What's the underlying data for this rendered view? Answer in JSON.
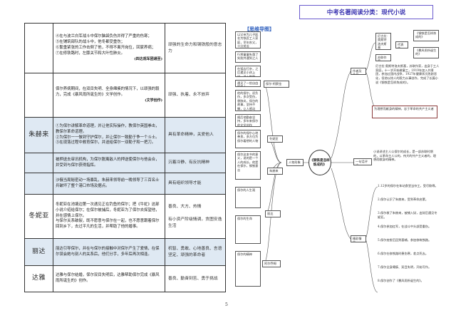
{
  "left_page": {
    "rows": [
      {
        "name": "",
        "story": [
          "④在与波兰白军战斗中保尔脑袋负伤并得了严重的伤寒；",
          "⑤在铺筑部队的战斗中，他冬都受重伤；",
          "⑥繁重紧张的工作击倒了他，不得不离开岗位，回家养病；",
          "⑦在修铁路时，左膝关节和大叶性肺炎。"
        ],
        "source": "(四达观军团通至)",
        "trait": "顽强的生命力和钢铁般的意志力"
      },
      {
        "name": "",
        "story": [
          "保尔养病期间，在双目失明、全身瘫痪的情况下，以顽强的毅力，完成《暴风雨所诞生的》文学创作。"
        ],
        "source": "(文学创作)",
        "trait": "顽强、执着、永不放弃"
      },
      {
        "name": "朱赫来",
        "story": [
          "①为保尔讲解革命道理，并让他实际操作，教保尔英国拳击，教保尔革命道理。",
          "②为保尔一一做到守护保尔，并让保尔一致勤于争一个斗士。",
          "③在现落过程中救育保尔，并送给保尔一双勒子和一把刀。"
        ],
        "source": "",
        "trait": "具有革命精神，关爱他人",
        "blue": true
      },
      {
        "name": "",
        "story": [
          "被押送去审讯机构，为保尔脱离敌人的押送使保尔与他会合，并受到与保尔获得指挥。"
        ],
        "source": "",
        "trait": "沉着冷静、有反抗精神",
        "blue": true
      },
      {
        "name": "",
        "story": [
          "沙俄当局秘密动一场暴乱，朱赫来领导前一晚领导了三百名士兵破坏了整个港口市场及据点。"
        ],
        "source": "",
        "trait": "具有组织领导才能",
        "blue": true
      },
      {
        "name": "冬妮亚",
        "story": [
          "冬妮亚在池塘边第一次遇见正在钓鱼的保尔；把《牛虻》这部小说介绍给保尔；在保尔被捕后，冬妮亚为了保尔去探望他，并在感情上保尔。",
          "与保尔关系破裂，既不愿意与保尔在一起，也不愿意跟着保尔回到乡下，去过平凡的生活，并帮助了他的婚事。"
        ],
        "source": "",
        "trait": "善良、大方、热情",
        "trait2": "有小资产阶级情调，贪图安逸生活"
      },
      {
        "name": "丽达",
        "story": [
          "丽达引导保尔，并在与保尔的接触中对保尔产生了爱情，在保尔误会她与别人的关系后，他们分手，多年后再次相逢。"
        ],
        "source": "",
        "trait": "机智、勇敢、心地善良、言语坚定、顽强的革命者",
        "blue": true
      },
      {
        "name": "达雅",
        "story": [
          "达雅与保尔结婚，保尔双目失明后，达雅帮助保尔完成《暴风雨所诞生的》创作。"
        ],
        "source": "",
        "trait": "善良、勤奋刻苦、勇于挑战"
      }
    ]
  },
  "right_page": {
    "header": "中考名著阅读分类：现代小说",
    "map_title": "【思维导图】",
    "center": "《钢铁是怎样炼成的》",
    "branches": {
      "people": "人物形象",
      "intro": "一句话评论",
      "plot": "精彩情节",
      "theme": "作者及作品"
    },
    "left_notes": [
      "以父亲为儿子起名为铁匠工人家庭，早年丧父，十分贫苦",
      "行将童童失落了失败并遇到之人",
      "在饭店打杂，之后遇见小孩上学，进入铁路，后当上兵",
      "遇见了一些自由情报人",
      "他的保尔，初负伤，多次受伤，患肺炎，保尔的故事，坚持不懈，让人感动",
      "随后他勤奋坚持，多年来保尔的文学创作",
      "保尔的保尔心地善良，多方位为保尔着想的人物",
      "保尔这本书的意义，说的是一个人的成长，他是在保尔，钢铁意志",
      "保尔的人生观",
      "保尔的生命",
      "保尔的精神"
    ],
    "people_nodes": [
      "保尔·柯察金",
      "冬妮亚",
      "朱赫来",
      "丽达",
      "阿尔乔姆"
    ],
    "author_nodes": [
      "尼古拉·奥斯特洛夫斯基",
      "苏联作家",
      "代表作",
      "《钢铁是怎样炼成的》",
      "《暴风雨所诞生的》"
    ],
    "author_intro": "尼古拉·奥斯特洛夫斯基，苏联作家，出身于工人家庭，十一岁开始做童工，1919年加入共青团，参加过国内战争，1927年健康状况急剧恶化，但他以惊人的毅力从事创作，完成了长篇小说《钢铁是怎样炼成的》。",
    "work_intro": "为理想而献身的精神，忠于革命的共产主义者",
    "comment": "小说讲述主人公保尔的成长，是一部苏联时期的，以革命主人公的，伟大的共产主义者的，理想而献身的精神。",
    "plot_items": [
      "1.12岁的保尔在车站食堂当杂工，受尽欺辱。",
      "2.保尔认识了朱赫来，受到革命启蒙。",
      "3.保尔救了朱赫来，被捕入狱，出狱后遇见冬妮亚。",
      "4.保尔参加红军，在战斗中头部受重伤。",
      "5.保尔痊愈后回到基辅，参加修筑铁路。",
      "6.保尔在修铁路时患伤寒，差点死去。",
      "7.保尔全身瘫痪、双目失明，开始写作。",
      "8.保尔创作了《暴风雨所诞生的》。"
    ],
    "page_number": "5"
  }
}
